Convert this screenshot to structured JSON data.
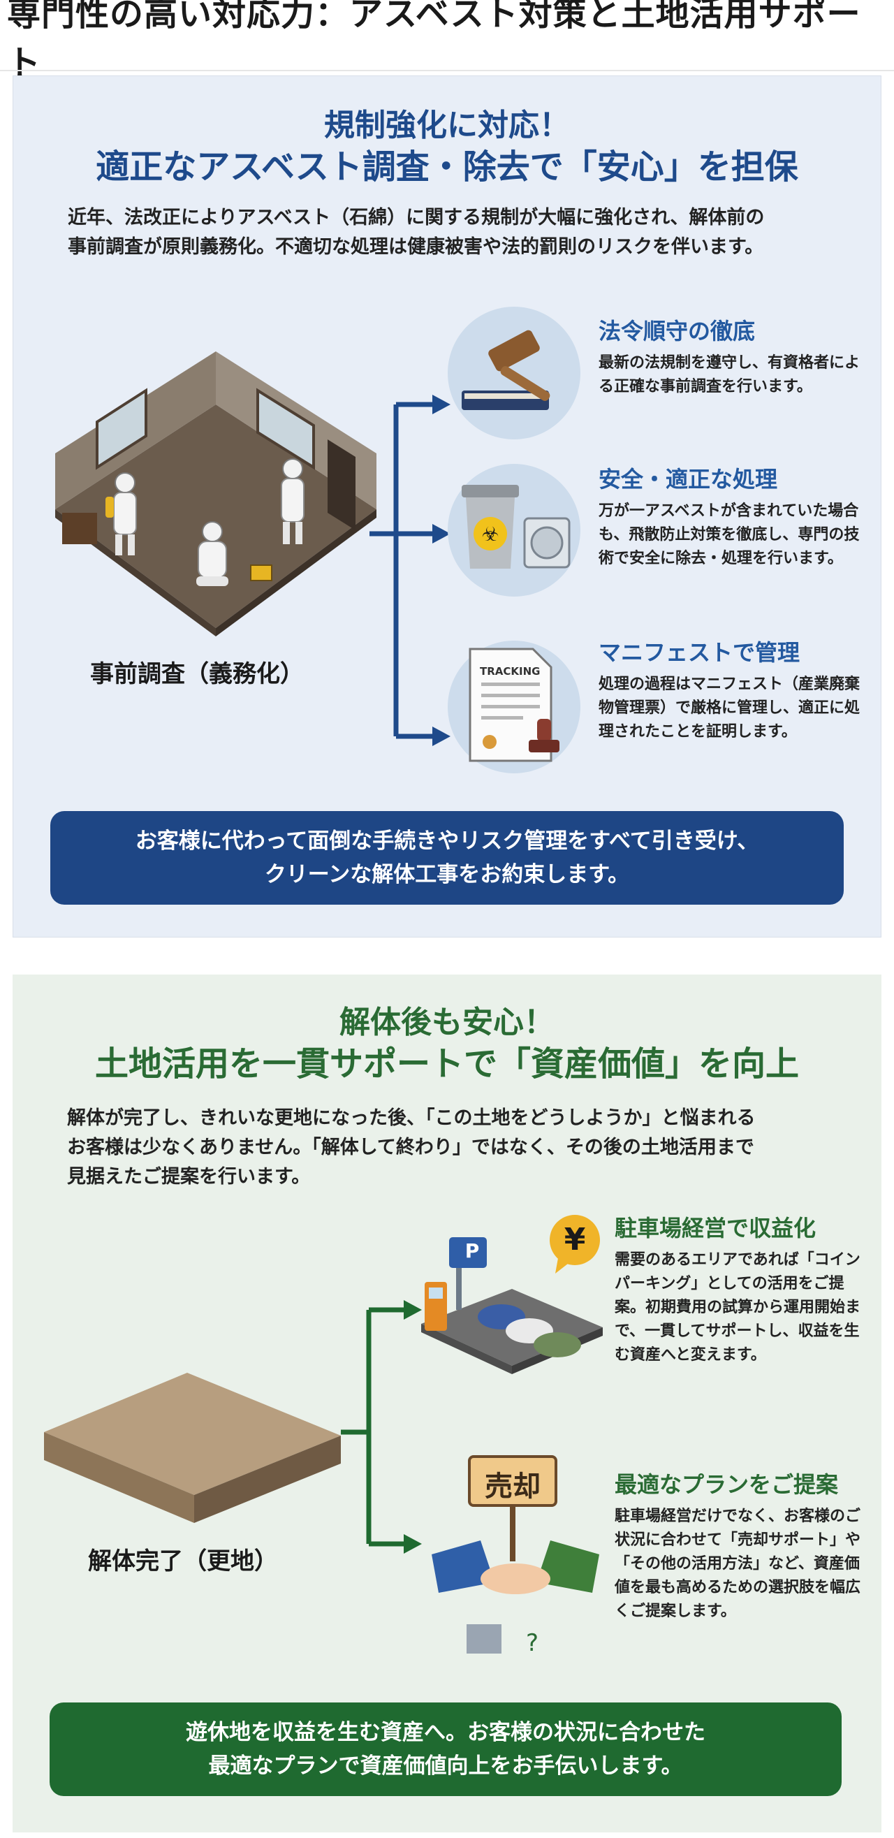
{
  "page": {
    "title": "専門性の高い対応力：アスベスト対策と土地活用サポート"
  },
  "colors": {
    "blue_accent": "#1e4a8b",
    "green_accent": "#2a6b34",
    "blue_banner": "#1e4685",
    "green_banner": "#1f6a30"
  },
  "asbestos": {
    "headline_line1": "規制強化に対応！",
    "headline_line2": "適正なアスベスト調査・除去で「安心」を担保",
    "intro_line1": "近年、法改正によりアスベスト（石綿）に関する規制が大幅に強化され、解体前の",
    "intro_line2": "事前調査が原則義務化。不適切な処理は健康被害や法的罰則のリスクを伴います。",
    "illustration_caption": "事前調査（義務化）",
    "features": [
      {
        "icon": "gavel-icon",
        "title": "法令順守の徹底",
        "text": "最新の法規制を遵守し、有資格者による正確な事前調査を行います。"
      },
      {
        "icon": "hazard-bin-icon",
        "title": "安全・適正な処理",
        "text": "万が一アスベストが含まれていた場合も、飛散防止対策を徹底し、専門の技術で安全に除去・処理を行います。"
      },
      {
        "icon": "document-stamp-icon",
        "title": "マニフェストで管理",
        "text": "処理の過程はマニフェスト（産業廃棄物管理票）で厳格に管理し、適正に処理されたことを証明します。",
        "doc_label": "TRACKING"
      }
    ],
    "banner_line1": "お客様に代わって面倒な手続きやリスク管理をすべて引き受け、",
    "banner_line2": "クリーンな解体工事をお約束します。"
  },
  "land": {
    "headline_line1": "解体後も安心！",
    "headline_line2": "土地活用を一貫サポートで「資産価値」を向上",
    "intro_line1": "解体が完了し、きれいな更地になった後、「この土地をどうしようか」と悩まれる",
    "intro_line2": "お客様は少なくありません。「解体して終わり」ではなく、その後の土地活用まで",
    "intro_line3": "見据えたご提案を行います。",
    "illustration_caption": "解体完了（更地）",
    "features": [
      {
        "icon": "parking-lot-icon",
        "title": "駐車場経営で収益化",
        "text": "需要のあるエリアであれば「コインパーキング」としての活用をご提案。初期費用の試算から運用開始まで、一貫してサポートし、収益を生む資産へと変えます。",
        "badge": "¥",
        "sign": "P"
      },
      {
        "icon": "handshake-sign-icon",
        "title": "最適なプランをご提案",
        "text": "駐車場経営だけでなく、お客様のご状況に合わせて「売却サポート」や「その他の活用方法」など、資産価値を最も高めるための選択肢を幅広くご提案します。",
        "sign": "売却"
      }
    ],
    "banner_line1": "遊休地を収益を生む資産へ。お客様の状況に合わせた",
    "banner_line2": "最適なプランで資産価値向上をお手伝いします。"
  }
}
